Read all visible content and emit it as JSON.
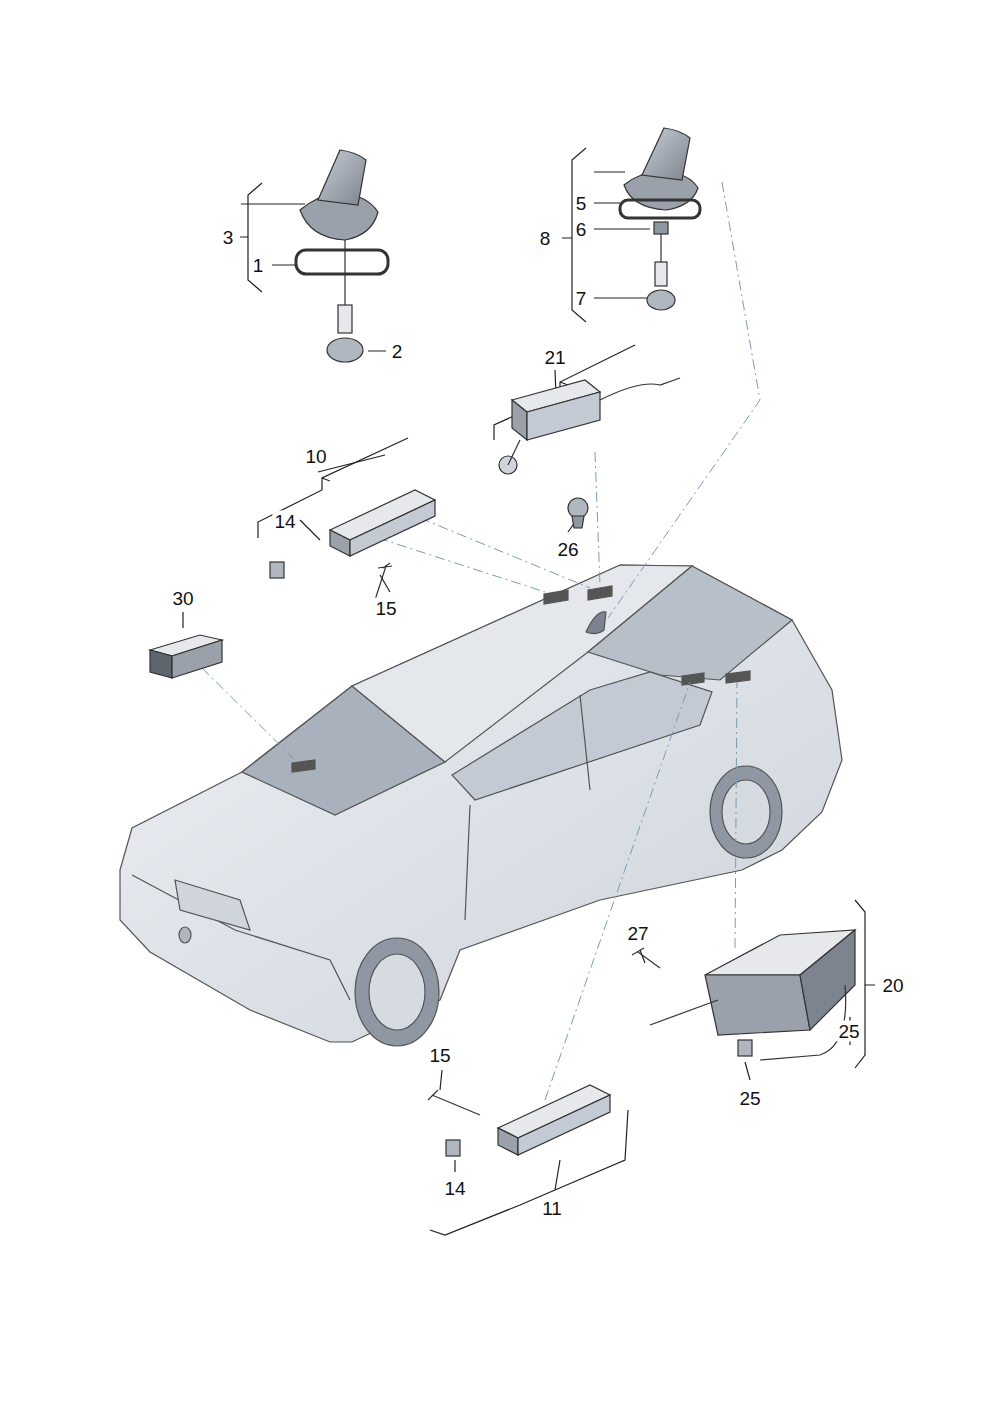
{
  "diagram": {
    "labels": [
      "3",
      "1",
      "2",
      "5",
      "6",
      "8",
      "7",
      "21",
      "10",
      "14",
      "26",
      "15",
      "30",
      "27",
      "20",
      "25",
      "25",
      "15",
      "14",
      "11"
    ]
  }
}
